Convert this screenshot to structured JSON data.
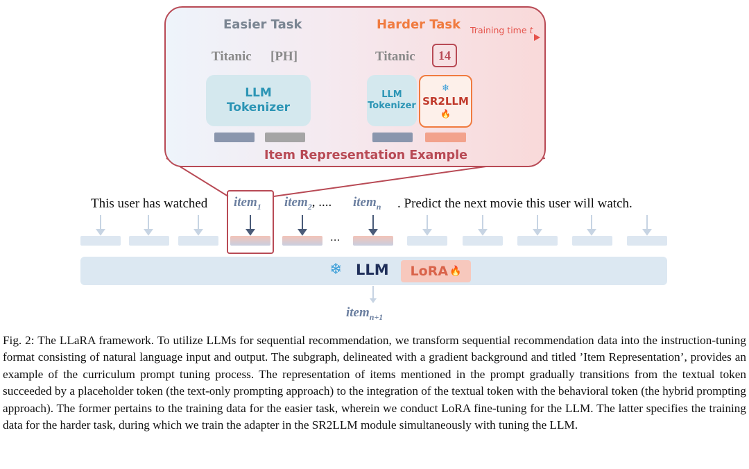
{
  "inset": {
    "easier_task": "Easier Task",
    "harder_task": "Harder Task",
    "training_time": "Training time",
    "training_time_symbol": "t",
    "left_tokens": [
      "Titanic",
      "[PH]"
    ],
    "right_token": "Titanic",
    "right_id": "14",
    "tokenizer_line1": "LLM",
    "tokenizer_line2": "Tokenizer",
    "small_tokenizer_line1": "LLM",
    "small_tokenizer_line2": "Tokenizer",
    "sr2llm": "SR2LLM",
    "sr2llm_snow": "❄",
    "sr2llm_fire": "🔥",
    "footer": "Item Representation Example"
  },
  "prompt": {
    "prefix": "This user has watched",
    "item1": "item",
    "item1_sub": "1",
    "item2": "item",
    "item2_sub": "2",
    "dots_text": ", ....",
    "itemn": "item",
    "itemn_sub": "n",
    "suffix": ". Predict the next movie this user will watch.",
    "token_ellipsis": "..."
  },
  "model": {
    "snow": "❄",
    "llm": "LLM",
    "lora": "LoRA",
    "fire": "🔥",
    "output": "item",
    "output_sub": "n+1"
  },
  "caption": "Fig. 2: The LLaRA framework. To utilize LLMs for sequential recommendation, we transform sequential recommendation data into the instruction-tuning format consisting of natural language input and output. The subgraph, delineated with a gradient background and titled ’Item Representation’, provides an example of the curriculum prompt tuning process. The representation of items mentioned in the prompt gradually transitions from the textual token succeeded by a placeholder token (the text-only prompting approach) to the integration of the textual token with the behavioral token (the hybrid prompting approach). The former pertains to the training data for the easier task, wherein we conduct LoRA fine-tuning for the LLM. The latter specifies the training data for the harder task, during which we train the adapter in the SR2LLM module simultaneously with tuning the LLM.",
  "colors": {
    "accent_red": "#b84a55",
    "easier_gray": "#7a8592",
    "harder_orange": "#f07b3f",
    "tokenizer_teal": "#2c95b5",
    "llm_navy": "#1f2f5a"
  }
}
